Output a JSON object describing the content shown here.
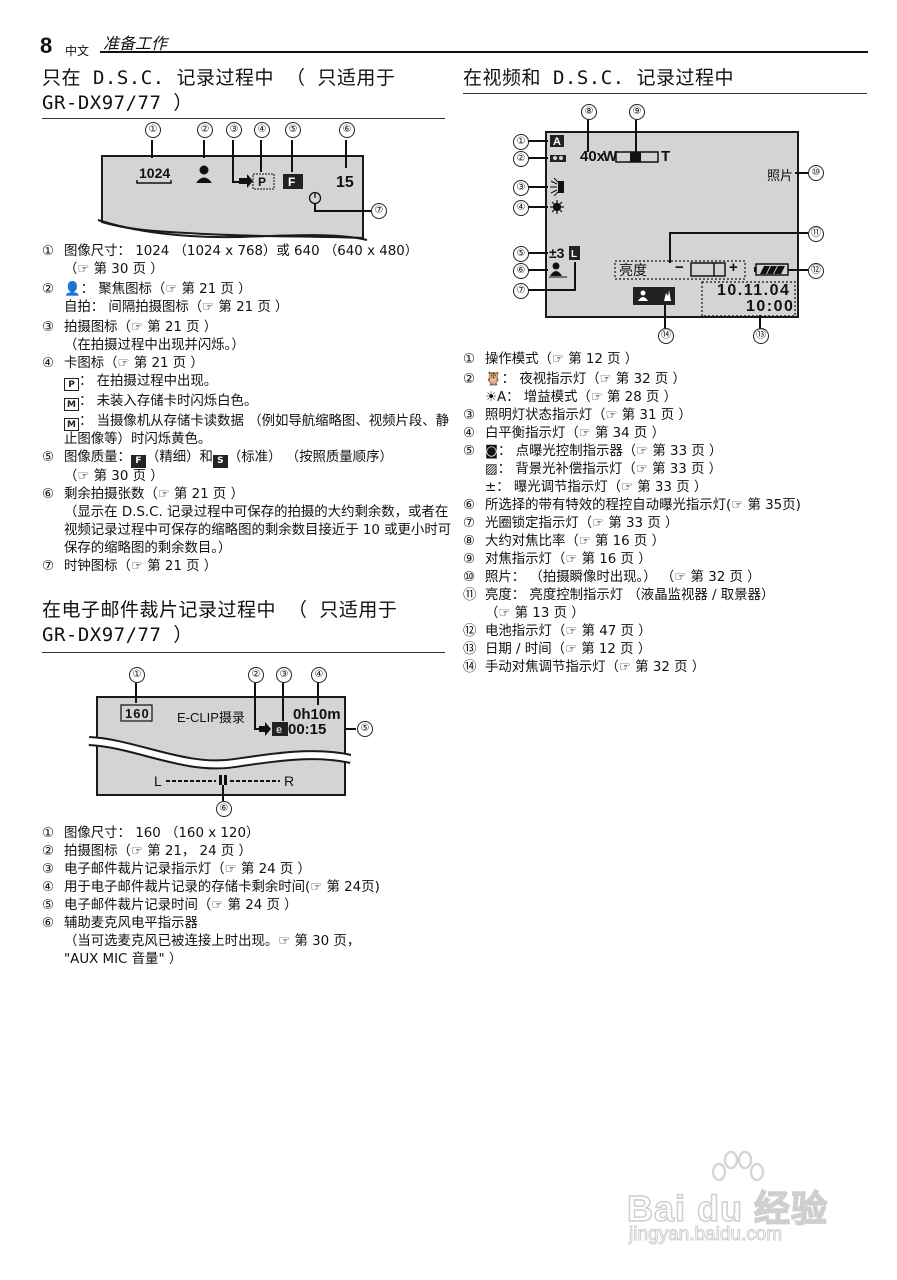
{
  "header": {
    "page_number": "8",
    "language": "中文",
    "section": "准备工作"
  },
  "left": {
    "section1": {
      "title_line1": "只在 D.S.C. 记录过程中 （ 只适用于",
      "title_line2": "GR-DX97/77 ）",
      "diagram": {
        "callouts": [
          "①",
          "②",
          "③",
          "④",
          "⑤",
          "⑥",
          "⑦"
        ],
        "image_size": "1024",
        "card_icon": "P",
        "quality_icon": "F",
        "shots_remaining": "15"
      },
      "items": [
        {
          "n": "①",
          "lines": [
            "图像尺寸： 1024 （1024 x 768）或 640 （640 x 480）",
            "（☞ 第 30 页 ）"
          ]
        },
        {
          "n": "②",
          "lines": [
            "👤： 聚焦图标（☞ 第 21 页 ）",
            "自拍： 间隔拍摄图标（☞ 第 21 页 ）"
          ]
        },
        {
          "n": "③",
          "lines": [
            "拍摄图标（☞ 第 21 页 ）",
            "（在拍摄过程中出现并闪烁。）"
          ]
        },
        {
          "n": "④",
          "lines": [
            "卡图标（☞ 第 21 页 ）"
          ]
        }
      ],
      "card_icon_notes": [
        {
          "icon": "P",
          "text": "： 在拍摄过程中出现。"
        },
        {
          "icon": "M",
          "text": "： 未装入存储卡时闪烁白色。"
        },
        {
          "icon": "M",
          "text": "： 当摄像机从存储卡读数据 （例如导航缩略图、视频片段、静止图像等）时闪烁黄色。"
        }
      ],
      "items2": [
        {
          "n": "⑤",
          "prefix": "图像质量：",
          "fine_icon": "F",
          "fine": "（精细）和",
          "std_icon": "S",
          "std": "（标准） （按照质量顺序）",
          "ref": "（☞ 第 30 页 ）"
        },
        {
          "n": "⑥",
          "lines": [
            "剩余拍摄张数（☞ 第 21 页 ）",
            "（显示在 D.S.C. 记录过程中可保存的拍摄的大约剩余数，或者在视频记录过程中可保存的缩略图的剩余数目接近于 10 或更小时可保存的缩略图的剩余数目。）"
          ]
        },
        {
          "n": "⑦",
          "lines": [
            "时钟图标（☞ 第 21 页 ）"
          ]
        }
      ]
    },
    "section2": {
      "title_line1": "在电子邮件裁片记录过程中 （ 只适用于",
      "title_line2": "GR-DX97/77 ）",
      "diagram": {
        "callouts": [
          "①",
          "②",
          "③",
          "④",
          "⑤",
          "⑥"
        ],
        "image_size": "160",
        "mode_label": "E-CLIP摄录",
        "remaining_time": "0h10m",
        "record_time": "00:15",
        "mic_level_left": "L",
        "mic_level_right": "R"
      },
      "items": [
        {
          "n": "①",
          "lines": [
            "图像尺寸： 160 （160 x 120）"
          ]
        },
        {
          "n": "②",
          "lines": [
            "拍摄图标（☞ 第 21， 24 页 ）"
          ]
        },
        {
          "n": "③",
          "lines": [
            "电子邮件裁片记录指示灯（☞ 第 24 页 ）"
          ]
        },
        {
          "n": "④",
          "lines": [
            "用于电子邮件裁片记录的存储卡剩余时间(☞ 第 24页)"
          ]
        },
        {
          "n": "⑤",
          "lines": [
            "电子邮件裁片记录时间（☞ 第 24 页 ）"
          ]
        },
        {
          "n": "⑥",
          "lines": [
            "辅助麦克风电平指示器",
            "（当可选麦克风已被连接上时出现。☞ 第 30 页，",
            "\"AUX MIC 音量\" ）"
          ]
        }
      ]
    }
  },
  "right": {
    "section": {
      "title": "在视频和 D.S.C. 记录过程中",
      "diagram": {
        "callouts": [
          "①",
          "②",
          "③",
          "④",
          "⑤",
          "⑥",
          "⑦",
          "⑧",
          "⑨",
          "⑩",
          "⑪",
          "⑫",
          "⑬",
          "⑭"
        ],
        "mode_icon": "A",
        "zoom_ratio": "40x",
        "zoom_w": "W",
        "zoom_t": "T",
        "snapshot_label": "照片",
        "exposure": "±3",
        "iris_lock": "L",
        "brightness_label": "亮度",
        "brightness_minus": "−",
        "brightness_plus": "+",
        "date": "10.11.04",
        "time": "10:00"
      },
      "items": [
        {
          "n": "①",
          "lines": [
            "操作模式（☞ 第 12 页 ）"
          ]
        },
        {
          "n": "②",
          "lines": [
            "🦉： 夜视指示灯（☞ 第 32 页 ）",
            "☀A： 增益模式（☞ 第 28 页 ）"
          ]
        },
        {
          "n": "③",
          "lines": [
            "照明灯状态指示灯（☞ 第 31 页 ）"
          ]
        },
        {
          "n": "④",
          "lines": [
            "白平衡指示灯（☞ 第 34 页 ）"
          ]
        },
        {
          "n": "⑤",
          "lines": [
            "◙： 点曝光控制指示器（☞ 第 33 页 ）",
            "▨： 背景光补偿指示灯（☞ 第 33 页 ）",
            "±：  曝光调节指示灯（☞ 第 33 页 ）"
          ]
        },
        {
          "n": "⑥",
          "lines": [
            "所选择的带有特效的程控自动曝光指示灯(☞ 第 35页)"
          ]
        },
        {
          "n": "⑦",
          "lines": [
            "光圈锁定指示灯（☞ 第 33 页 ）"
          ]
        },
        {
          "n": "⑧",
          "lines": [
            "大约对焦比率（☞ 第 16 页 ）"
          ]
        },
        {
          "n": "⑨",
          "lines": [
            "对焦指示灯（☞ 第 16 页 ）"
          ]
        },
        {
          "n": "⑩",
          "lines": [
            "照片： （拍摄瞬像时出现。） （☞ 第 32 页 ）"
          ]
        },
        {
          "n": "⑪",
          "lines": [
            "亮度： 亮度控制指示灯 （液晶监视器 / 取景器）",
            "（☞ 第 13 页 ）"
          ]
        },
        {
          "n": "⑫",
          "lines": [
            "电池指示灯（☞ 第 47 页 ）"
          ]
        },
        {
          "n": "⑬",
          "lines": [
            "日期 / 时间（☞ 第 12 页 ）"
          ]
        },
        {
          "n": "⑭",
          "lines": [
            "手动对焦调节指示灯（☞ 第 32 页 ）"
          ]
        }
      ]
    }
  },
  "watermark": {
    "brand": "Bai du 经验",
    "url": "jingyan.baidu.com"
  }
}
